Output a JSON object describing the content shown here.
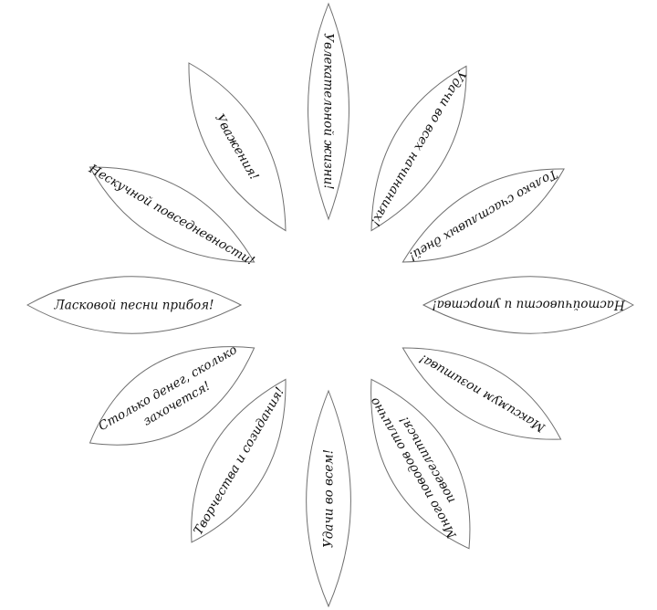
{
  "petals": [
    {
      "id": "uvlekatelnoy",
      "lines": [
        "Увлекательной жизни!"
      ]
    },
    {
      "id": "udachi-vo-vseh",
      "lines": [
        "Удачи во всех начинаниях!"
      ]
    },
    {
      "id": "tolko-schastlivyh",
      "lines": [
        "Только счастливых дней!"
      ]
    },
    {
      "id": "nastoychivosti",
      "lines": [
        "Настойчивости и упорства!"
      ]
    },
    {
      "id": "maksimum-pozitiva",
      "lines": [
        "Максимум позитива!"
      ]
    },
    {
      "id": "mnogo-povodov",
      "lines": [
        "Много поводов отлично",
        "повеселиться!"
      ]
    },
    {
      "id": "udachi-vo-vsem",
      "lines": [
        "Удачи во всем!"
      ]
    },
    {
      "id": "tvorchestva",
      "lines": [
        "Творчества и созидания!"
      ]
    },
    {
      "id": "stolko-deneg",
      "lines": [
        "Столько денег, сколько",
        "захочется!"
      ]
    },
    {
      "id": "laskovoy-pesni",
      "lines": [
        "Ласковой песни прибоя!"
      ]
    },
    {
      "id": "neskuchnoy",
      "lines": [
        "Нескучной повседневности!"
      ]
    },
    {
      "id": "uvazheniya",
      "lines": [
        "Уважения!"
      ]
    }
  ]
}
